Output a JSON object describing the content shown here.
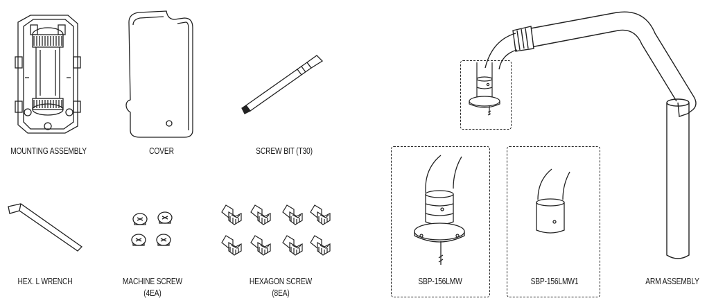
{
  "items": {
    "mounting_assembly": "MOUNTING ASSEMBLY",
    "cover": "COVER",
    "screw_bit": "SCREW BIT (T30)",
    "hex_wrench": "HEX. L WRENCH",
    "machine_screw": "MACHINE SCREW",
    "machine_screw_qty": "(4EA)",
    "hexagon_screw": "HEXAGON SCREW",
    "hexagon_screw_qty": "(8EA)",
    "sbp_lmw": "SBP-156LMW",
    "sbp_lmw1": "SBP-156LMW1",
    "arm_assembly": "ARM ASSEMBLY"
  }
}
